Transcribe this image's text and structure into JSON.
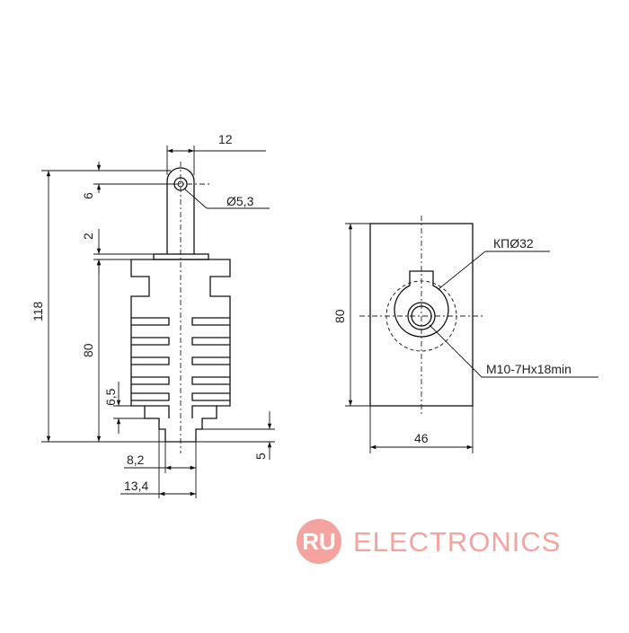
{
  "dimensions": {
    "top_width": "12",
    "hole_dia": "Ø5,3",
    "tab_height": "6",
    "plate_thickness": "2",
    "total_height": "118",
    "body_height": "80",
    "fin_pitch": "6,5",
    "base_height": "5",
    "base_width_small": "8,2",
    "base_width_large": "13,4",
    "side_height": "80",
    "side_width": "46",
    "circle_dia": "КПØ32",
    "thread": "M10-7Hx18min"
  },
  "logo": {
    "badge": "RU",
    "text": "ELECTRONICS",
    "badge_color": "#f4a39f",
    "text_color": "#f4a39f"
  }
}
